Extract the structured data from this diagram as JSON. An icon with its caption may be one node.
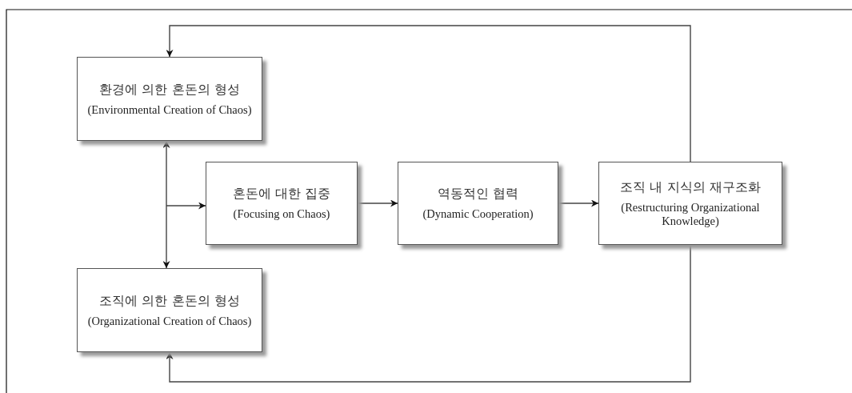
{
  "diagram": {
    "nodes": [
      {
        "text": [
          "환경에 의한 혼돈의 형성",
          "(Environmental Creation of Chaos)"
        ]
      },
      {
        "text": [
          "혼돈에 대한 집중",
          "(Focusing on Chaos)"
        ]
      },
      {
        "text": [
          "역동적인 협력",
          "(Dynamic Cooperation)"
        ]
      },
      {
        "text": [
          "조직 내 지식의 재구조화",
          "(Restructuring Organizational Knowledge)"
        ]
      },
      {
        "text": [
          "조직에 의한 혼돈의 형성",
          "(Organizational Creation of Chaos)"
        ]
      }
    ],
    "edges": [
      {
        "from": null,
        "to": 0,
        "arrow": "to"
      },
      {
        "from": null,
        "to": 4,
        "arrow": "to"
      },
      {
        "from": null,
        "to": 1,
        "arrow": "to"
      },
      {
        "from": 1,
        "to": 2,
        "arrow": "to"
      },
      {
        "from": 2,
        "to": 3,
        "arrow": "to"
      },
      {
        "from": 3,
        "to": 0,
        "arrow": "to"
      },
      {
        "from": 3,
        "to": 4,
        "arrow": "to"
      }
    ]
  }
}
